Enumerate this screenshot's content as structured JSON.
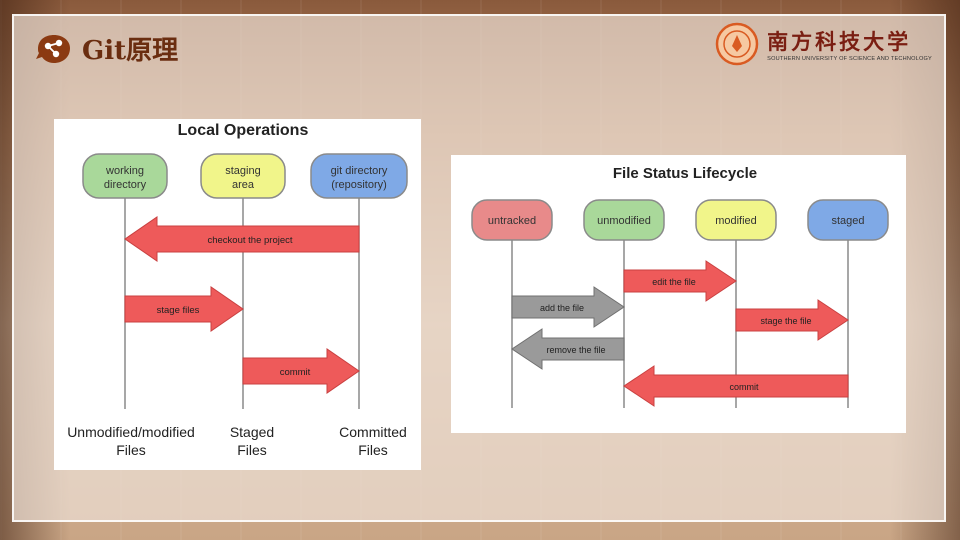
{
  "header": {
    "title": "Git原理"
  },
  "logo": {
    "name_cn": "南方科技大学",
    "name_en": "SOUTHERN UNIVERSITY OF SCIENCE AND TECHNOLOGY"
  },
  "left_diagram": {
    "title": "Local Operations",
    "nodes": [
      {
        "line1": "working",
        "line2": "directory",
        "color": "#a9d89a"
      },
      {
        "line1": "staging",
        "line2": "area",
        "color": "#f1f58a"
      },
      {
        "line1": "git directory",
        "line2": "(repository)",
        "color": "#7fa9e6"
      }
    ],
    "arrows": [
      {
        "label": "checkout the project",
        "direction": "left",
        "from": 2,
        "to": 0
      },
      {
        "label": "stage files",
        "direction": "right",
        "from": 0,
        "to": 1
      },
      {
        "label": "commit",
        "direction": "right",
        "from": 1,
        "to": 2
      }
    ],
    "footers": [
      {
        "line1": "Unmodified/modified",
        "line2": "Files"
      },
      {
        "line1": "Staged",
        "line2": "Files"
      },
      {
        "line1": "Committed",
        "line2": "Files"
      }
    ]
  },
  "right_diagram": {
    "title": "File Status Lifecycle",
    "nodes": [
      {
        "label": "untracked",
        "color": "#e88a8a"
      },
      {
        "label": "unmodified",
        "color": "#a9d89a"
      },
      {
        "label": "modified",
        "color": "#f1f58a"
      },
      {
        "label": "staged",
        "color": "#7fa9e6"
      }
    ],
    "arrows": [
      {
        "label": "edit the file",
        "direction": "right",
        "from": 1,
        "to": 2,
        "color": "red"
      },
      {
        "label": "add the file",
        "direction": "right",
        "from": 0,
        "to": 1,
        "color": "gray"
      },
      {
        "label": "stage the file",
        "direction": "right",
        "from": 2,
        "to": 3,
        "color": "red"
      },
      {
        "label": "remove the file",
        "direction": "left",
        "from": 1,
        "to": 0,
        "color": "gray"
      },
      {
        "label": "commit",
        "direction": "left",
        "from": 3,
        "to": 1,
        "color": "red"
      }
    ]
  },
  "colors": {
    "arrow_red": "#ee5a5a",
    "arrow_gray": "#9a9a9a",
    "title_brown": "#6a2d10"
  }
}
